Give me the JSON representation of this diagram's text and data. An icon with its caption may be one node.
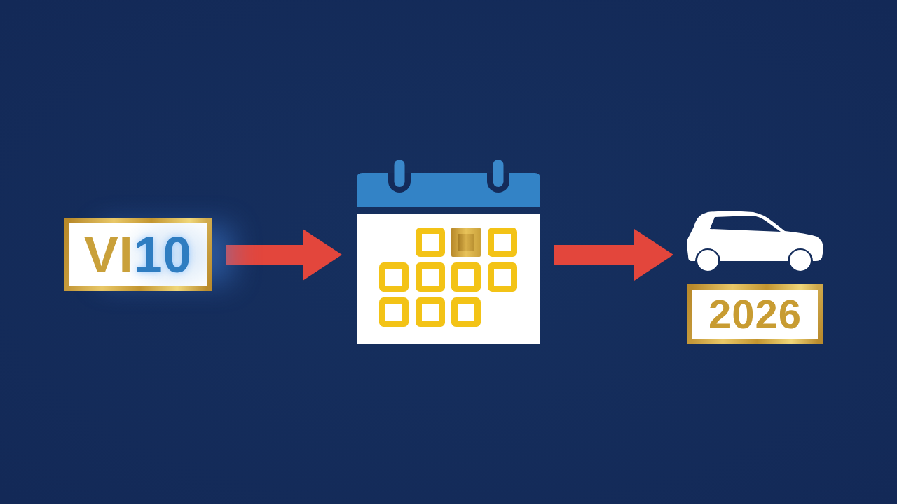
{
  "diagram": {
    "nodes": [
      {
        "text": [
          "VI10"
        ]
      },
      {
        "text": [],
        "shape": "picture"
      },
      {
        "text": [],
        "shape": "picture"
      },
      {
        "text": [
          "2026"
        ]
      }
    ],
    "edges": [
      {
        "from": 0,
        "to": 1,
        "arrow": "to"
      },
      {
        "from": 1,
        "to": 2,
        "arrow": "to"
      }
    ]
  }
}
